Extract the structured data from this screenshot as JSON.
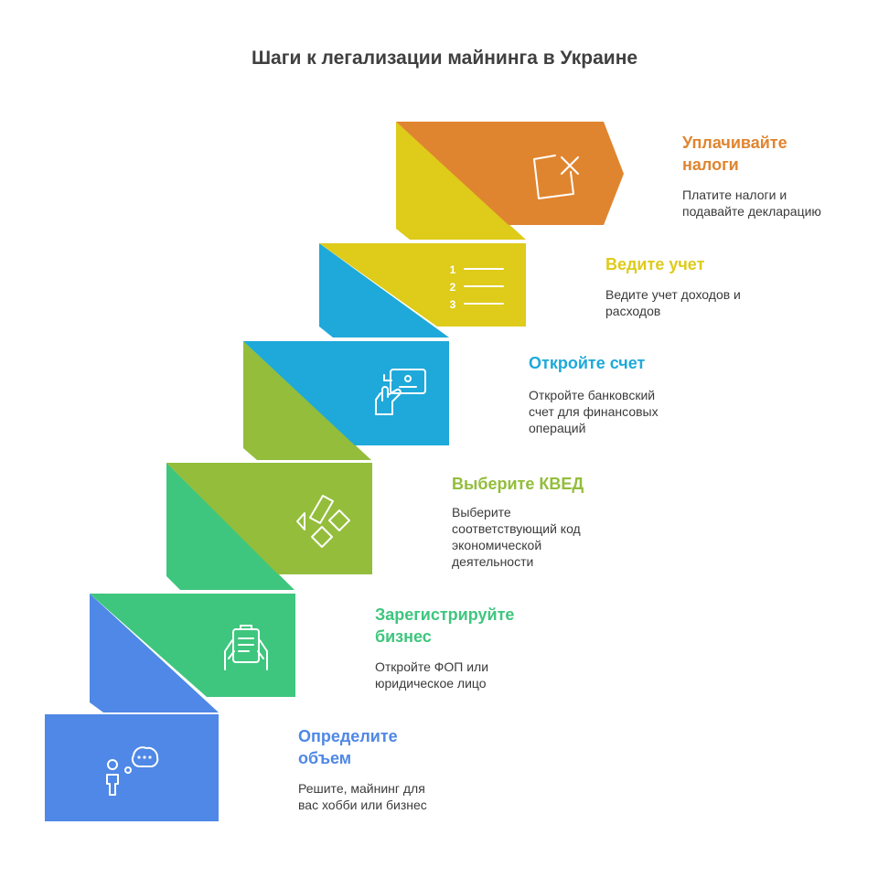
{
  "title": "Шаги к легализации майнинга в Украине",
  "colors": {
    "blue": "#4f88e6",
    "green": "#3ec67e",
    "lime": "#93bd3b",
    "cyan": "#1ea9da",
    "yellow": "#decb1a",
    "orange": "#e0852f"
  },
  "steps": [
    {
      "title": "Определите\nобъем",
      "description": "Решите, майнинг для\nвас хобби или бизнес",
      "color": "#4f88e6",
      "icon": "thinking-person-icon"
    },
    {
      "title": "Зарегистрируйте\nбизнес",
      "description": "Откройте ФОП или\nюридическое лицо",
      "color": "#3ec67e",
      "icon": "clipboard-in-hands-icon"
    },
    {
      "title": "Выберите КВЕД",
      "description": "Выберите\nсоответствующий код\nэкономической\nдеятельности",
      "color": "#93bd3b",
      "icon": "diamond-shapes-icon"
    },
    {
      "title": "Откройте счет",
      "description": "Откройте банковский\nсчет для финансовых\nопераций",
      "color": "#1ea9da",
      "icon": "hand-holding-card-icon"
    },
    {
      "title": "Ведите учет",
      "description": "Ведите учет доходов и\nрасходов",
      "color": "#decb1a",
      "icon": "numbered-list-icon",
      "list_numbers": [
        "1",
        "2",
        "3"
      ]
    },
    {
      "title": "Уплачивайте\nналоги",
      "description": "Платите налоги и\nподавайте декларацию",
      "color": "#e0852f",
      "icon": "tax-box-icon"
    }
  ]
}
